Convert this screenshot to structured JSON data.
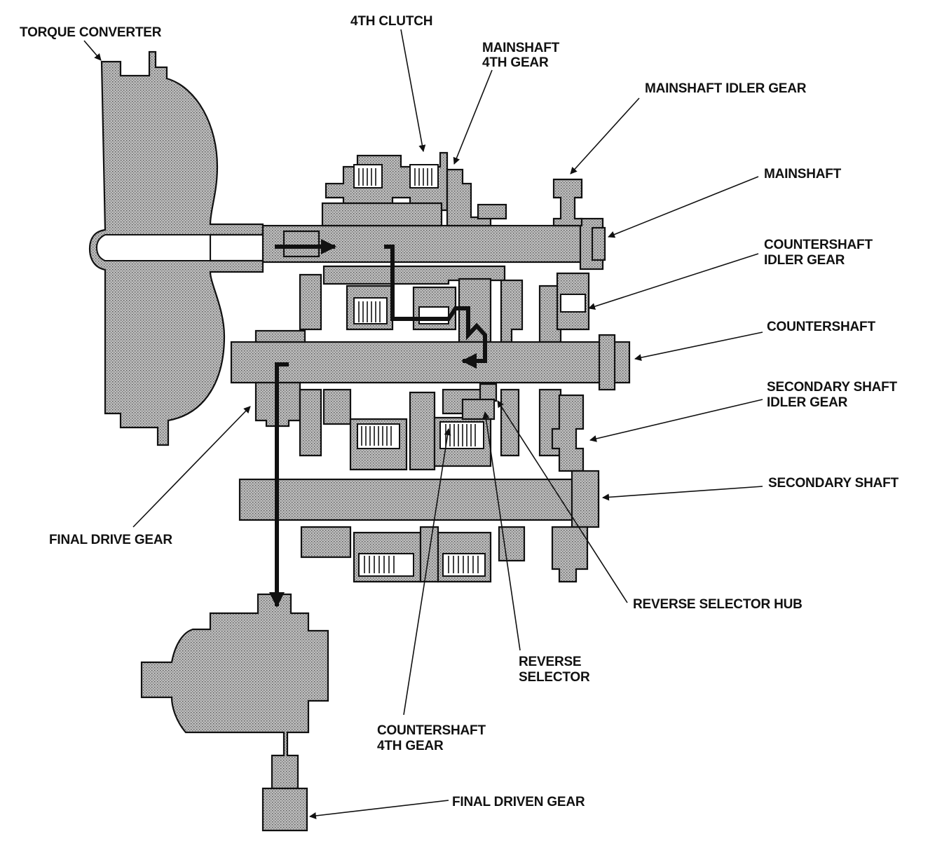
{
  "labels": {
    "torque_converter": "TORQUE CONVERTER",
    "fourth_clutch": "4TH CLUTCH",
    "mainshaft_4th_gear_l1": "MAINSHAFT",
    "mainshaft_4th_gear_l2": "4TH GEAR",
    "mainshaft_idler_gear": "MAINSHAFT IDLER GEAR",
    "mainshaft": "MAINSHAFT",
    "countershaft_idler_gear_l1": "COUNTERSHAFT",
    "countershaft_idler_gear_l2": "IDLER GEAR",
    "countershaft": "COUNTERSHAFT",
    "secondary_shaft_idler_gear_l1": "SECONDARY SHAFT",
    "secondary_shaft_idler_gear_l2": "IDLER GEAR",
    "secondary_shaft": "SECONDARY SHAFT",
    "final_drive_gear": "FINAL DRIVE GEAR",
    "reverse_selector_hub": "REVERSE SELECTOR HUB",
    "reverse_selector_l1": "REVERSE",
    "reverse_selector_l2": "SELECTOR",
    "countershaft_4th_gear_l1": "COUNTERSHAFT",
    "countershaft_4th_gear_l2": "4TH GEAR",
    "final_driven_gear": "FINAL DRIVEN GEAR"
  }
}
